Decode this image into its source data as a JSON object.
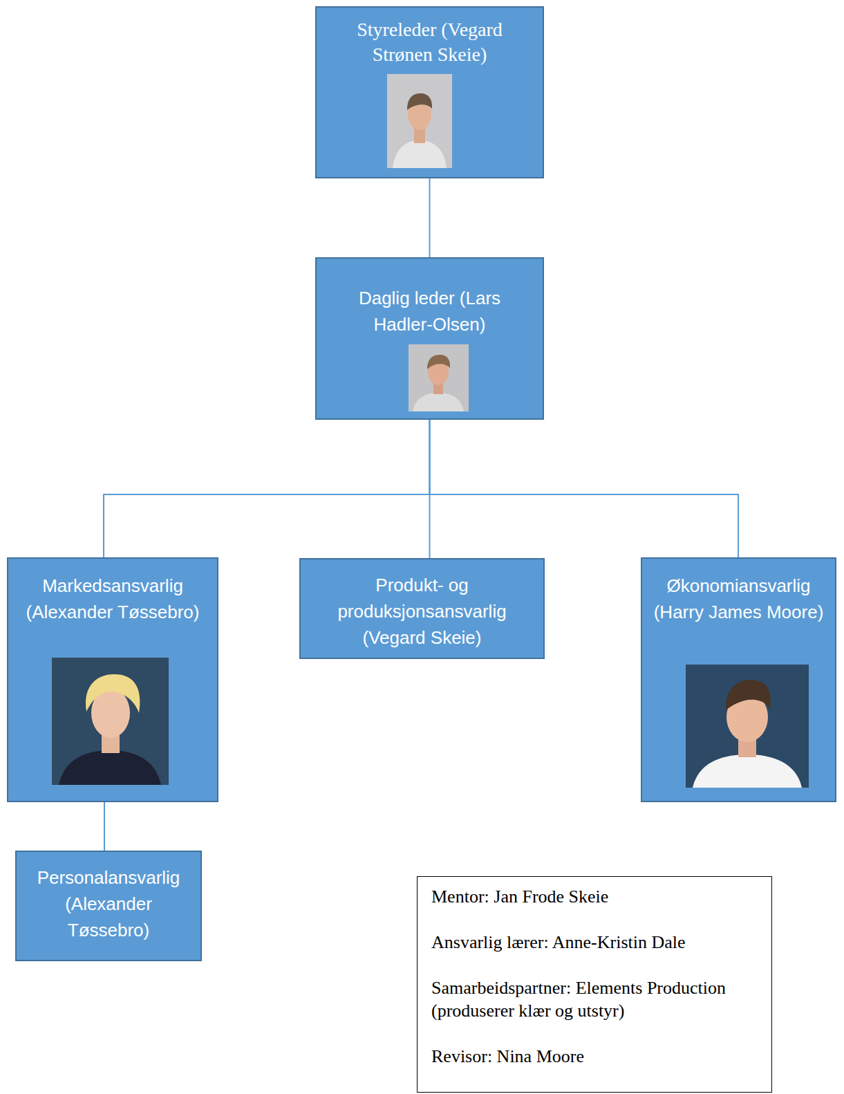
{
  "diagram": {
    "nodes": [
      {
        "text": [
          "Styreleder (Vegard Strønen Skeie)"
        ]
      },
      {
        "text": [
          "Daglig leder (Lars Hadler-Olsen)"
        ]
      },
      {
        "text": [
          "Markedsansvarlig (Alexander Tøssebro)"
        ]
      },
      {
        "text": [
          "Produkt- og produksjonsansvarlig (Vegard Skeie)"
        ]
      },
      {
        "text": [
          "Økonomiansvarlig (Harry James Moore)"
        ]
      },
      {
        "text": [
          "Personalansvarlig (Alexander Tøssebro)"
        ]
      },
      {
        "text": [
          "Mentor: Jan Frode Skeie",
          "Ansvarlig lærer: Anne-Kristin Dale",
          "Samarbeidspartner: Elements Production (produserer klær og utstyr)",
          "Revisor: Nina Moore"
        ]
      }
    ],
    "edges": [
      {
        "from": 0,
        "to": 1,
        "arrow": "none"
      },
      {
        "from": 1,
        "to": 2,
        "arrow": "none"
      },
      {
        "from": 1,
        "to": 3,
        "arrow": "none"
      },
      {
        "from": 1,
        "to": 4,
        "arrow": "none"
      },
      {
        "from": 2,
        "to": 5,
        "arrow": "none"
      }
    ]
  }
}
